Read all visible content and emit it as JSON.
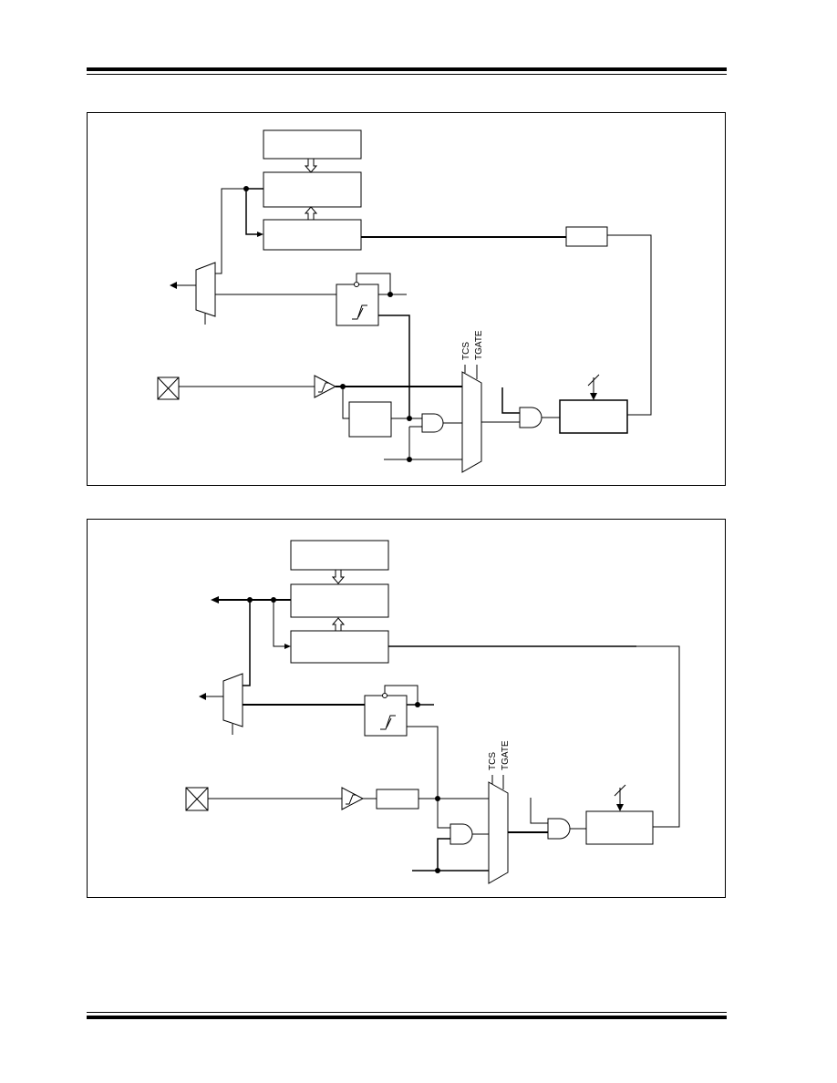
{
  "diagrams": [
    {
      "mux_top_label_1": "TCS",
      "mux_top_label_2": "TGATE"
    },
    {
      "mux_top_label_1": "TCS",
      "mux_top_label_2": "TGATE"
    }
  ],
  "colors": {
    "ink": "#000000",
    "background": "#ffffff"
  }
}
